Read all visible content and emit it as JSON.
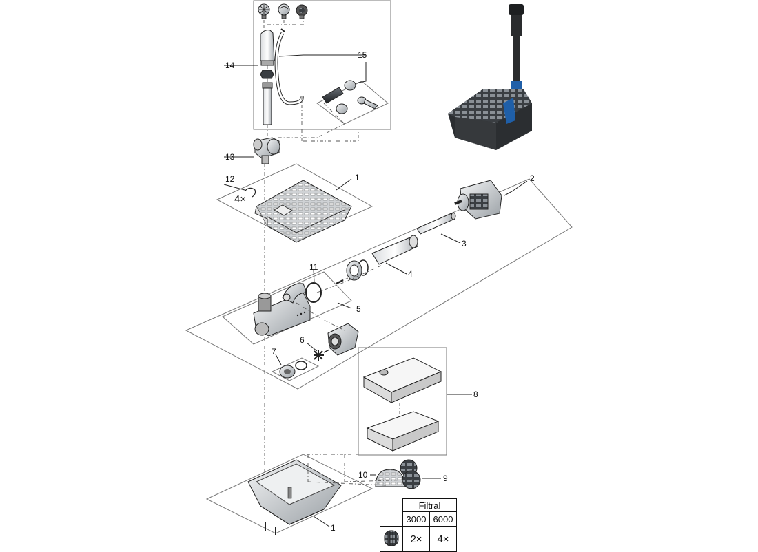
{
  "callouts": {
    "c1_top": "1",
    "c2": "2",
    "c3": "3",
    "c4": "4",
    "c5": "5",
    "c6": "6",
    "c7": "7",
    "c8": "8",
    "c9": "9",
    "c10": "10",
    "c11": "11",
    "c12": "12",
    "c13": "13",
    "c14": "14",
    "c15": "15",
    "c1_bottom": "1"
  },
  "multiplier_12": "4×",
  "legend": {
    "title": "Filtral",
    "models": [
      "3000",
      "6000"
    ],
    "quantities": [
      "2×",
      "4×"
    ]
  },
  "colors": {
    "part_dark": "#2e3236",
    "part_mid": "#8c9196",
    "part_light": "#e4e6e8",
    "accent_blue": "#1f5fa8",
    "foam": "#f2f2f2"
  }
}
